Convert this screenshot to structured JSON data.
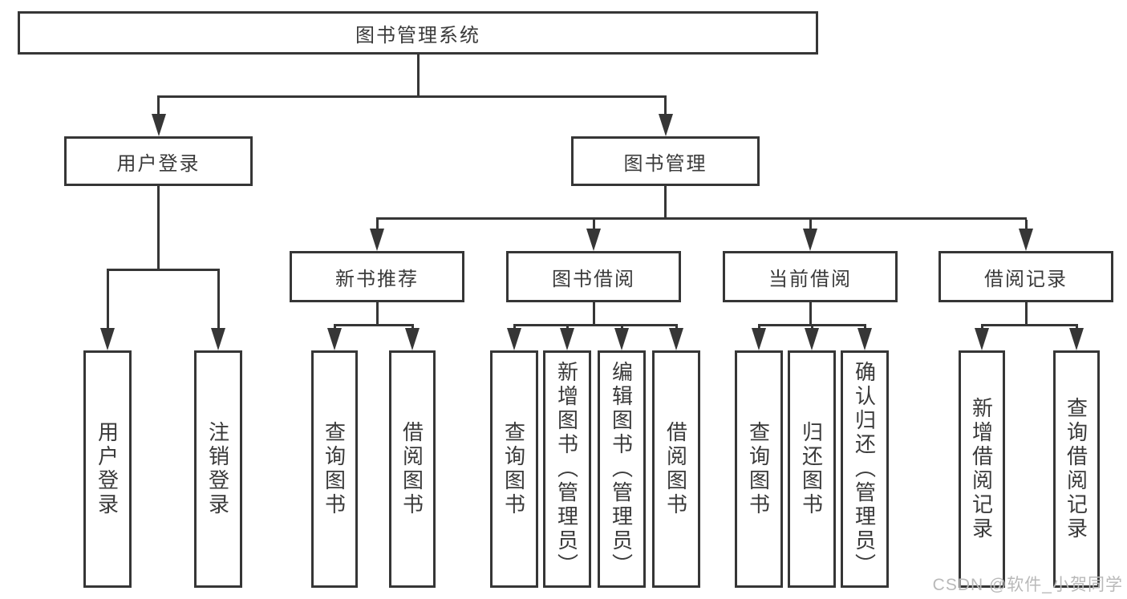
{
  "diagram_title": "图书管理系统",
  "colors": {
    "line": "#363636",
    "text": "#3a3a3a",
    "background": "#ffffff",
    "watermark": "#b9b9b9"
  },
  "tree": {
    "root": {
      "label": "图书管理系统"
    },
    "branches": [
      {
        "label": "用户登录",
        "children": [
          {
            "label": "用户登录"
          },
          {
            "label": "注销登录"
          }
        ]
      },
      {
        "label": "图书管理",
        "children": [
          {
            "label": "新书推荐",
            "children": [
              {
                "label": "查询图书"
              },
              {
                "label": "借阅图书"
              }
            ]
          },
          {
            "label": "图书借阅",
            "children": [
              {
                "label": "查询图书"
              },
              {
                "label": "新增图书（管理员）"
              },
              {
                "label": "编辑图书（管理员）"
              },
              {
                "label": "借阅图书"
              }
            ]
          },
          {
            "label": "当前借阅",
            "children": [
              {
                "label": "查询图书"
              },
              {
                "label": "归还图书"
              },
              {
                "label": "确认归还（管理员）"
              }
            ]
          },
          {
            "label": "借阅记录",
            "children": [
              {
                "label": "新增借阅记录"
              },
              {
                "label": "查询借阅记录"
              }
            ]
          }
        ]
      }
    ]
  },
  "watermark": {
    "text": "CSDN @软件_小贺同学"
  }
}
